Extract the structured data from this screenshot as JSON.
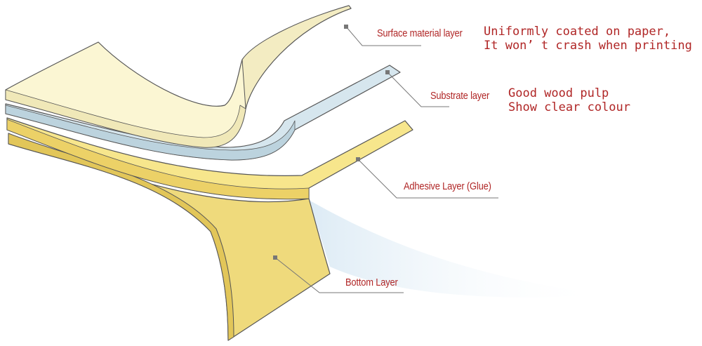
{
  "colors": {
    "label_red": "#b02626",
    "surface_fill": "#fbf6d3",
    "substrate_fill": "#d6e6ee",
    "adhesive_fill": "#f7e68c",
    "bottom_fill": "#efda7c",
    "outline": "#555555",
    "leader": "#777777"
  },
  "layers": [
    {
      "label": "Surface material layer",
      "description": [
        "Uniformly coated on paper,",
        "It won’ t crash when printing"
      ]
    },
    {
      "label": "Substrate layer",
      "description": [
        "Good wood pulp",
        "Show clear colour"
      ]
    },
    {
      "label": "Adhesive Layer (Glue)",
      "description": []
    },
    {
      "label": "Bottom Layer",
      "description": []
    }
  ]
}
